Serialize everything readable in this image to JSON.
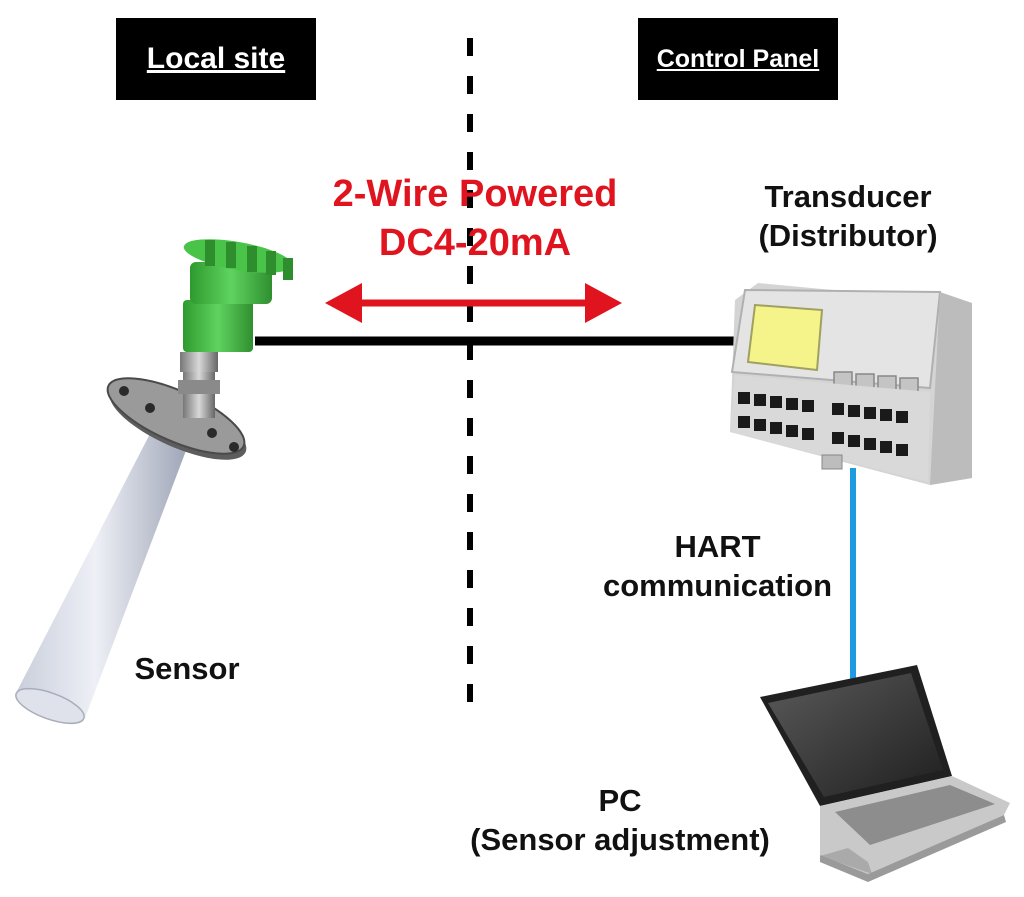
{
  "header": {
    "local_site": "Local site",
    "control_panel": "Control Panel"
  },
  "power": {
    "line1": "2-Wire Powered",
    "line2": "DC4-20mA"
  },
  "transducer": {
    "line1": "Transducer",
    "line2": "(Distributor)"
  },
  "hart": {
    "line1": "HART",
    "line2": "communication"
  },
  "sensor": {
    "label": "Sensor"
  },
  "pc": {
    "line1": "PC",
    "line2": "(Sensor adjustment)"
  },
  "colors": {
    "arrow": "#e0141e",
    "signal_line": "#000000",
    "hart_link": "#1e9be0",
    "sensor_head": "#3fb83f",
    "divider": "#000000"
  },
  "icons": [
    "radar-level-sensor-icon",
    "transducer-module-icon",
    "laptop-icon",
    "double-arrow-icon"
  ]
}
